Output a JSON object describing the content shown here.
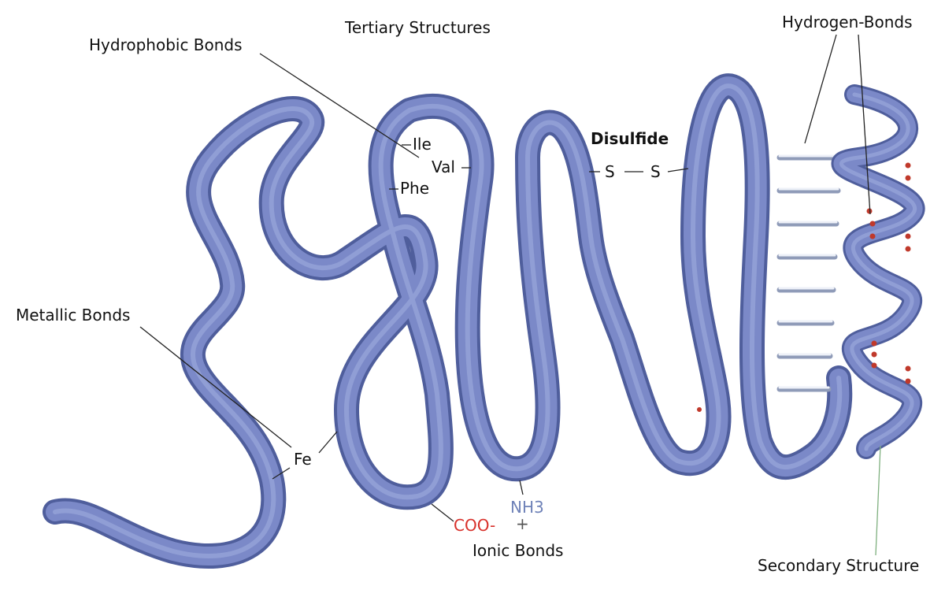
{
  "labels": {
    "tertiary": "Tertiary Structures",
    "hydrophobic": "Hydrophobic Bonds",
    "hydrogen": "Hydrogen-Bonds",
    "ile": "Ile",
    "val": "Val",
    "phe": "Phe",
    "disulfide": "Disulfide",
    "s1": "S",
    "s2": "S",
    "metallic": "Metallic Bonds",
    "fe": "Fe",
    "coo": "COO-",
    "nh3": "NH3",
    "plus": "+",
    "ionic": "Ionic Bonds",
    "secondary": "Secondary Structure"
  },
  "colors": {
    "ribbon": "#7b89c8",
    "ribbon_edge": "#4f5e9c",
    "coo": "#d8302a",
    "nh3": "#6f82b8",
    "hbond_dot": "#c0392b"
  }
}
